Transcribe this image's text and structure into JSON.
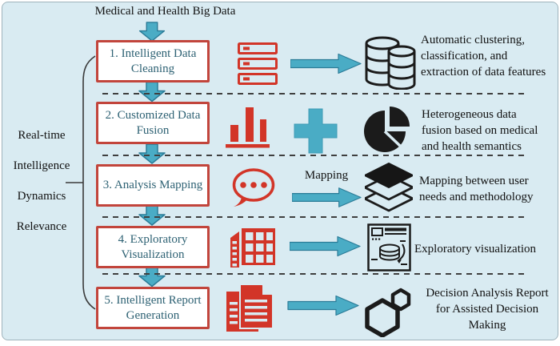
{
  "title": "Medical and Health Big Data",
  "left_labels": [
    "Real-time",
    "Intelligence",
    "Dynamics",
    "Relevance"
  ],
  "colors": {
    "background": "#D9EBF2",
    "box_border_red": "#C2453C",
    "box_text": "#2D6173",
    "icon_red": "#D23528",
    "arrow_teal": "#4AACC5",
    "arrow_teal_border": "#2B7C98",
    "icon_black": "#1b1b1b",
    "dashed_line": "#3f3f3f"
  },
  "steps": [
    {
      "number": 1,
      "label": "1. Intelligent Data Cleaning",
      "red_icon": "server-stack-icon",
      "black_icon": "database-icon",
      "description_lines": [
        "Automatic clustering,",
        "classification, and",
        "extraction of data features"
      ]
    },
    {
      "number": 2,
      "label": "2. Customized Data Fusion",
      "red_icon": "bar-chart-icon",
      "middle_icon": "plus-icon",
      "black_icon": "pie-chart-icon",
      "description_lines": [
        "Heterogeneous data",
        "fusion based on medical",
        "and health semantics"
      ]
    },
    {
      "number": 3,
      "label": "3. Analysis Mapping",
      "red_icon": "speech-bubble-icon",
      "arrow_label": "Mapping",
      "black_icon": "layers-icon",
      "description_lines": [
        "Mapping between user",
        "needs and methodology"
      ]
    },
    {
      "number": 4,
      "label": "4. Exploratory Visualization",
      "red_icon": "building-icon",
      "black_icon": "report-page-icon",
      "description_lines": [
        "Exploratory visualization"
      ]
    },
    {
      "number": 5,
      "label": "5. Intelligent Report Generation",
      "red_icon": "documents-icon",
      "black_icon": "hexagons-icon",
      "description_lines": [
        "Decision Analysis Report",
        "for Assisted Decision",
        "Making"
      ]
    }
  ]
}
